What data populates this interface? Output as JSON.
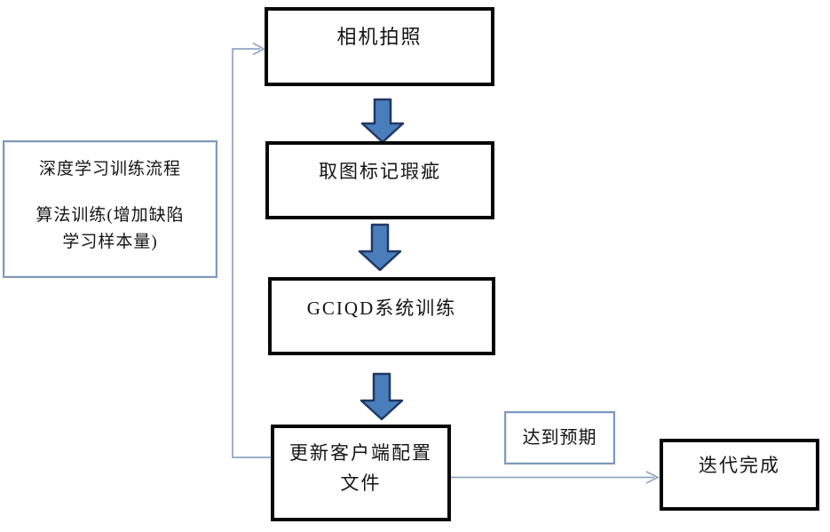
{
  "diagram": {
    "nodes": {
      "camera": {
        "label": "相机拍照"
      },
      "mark_defects": {
        "label": "取图标记瑕疵"
      },
      "system_training": {
        "label": "GCIQD系统训练"
      },
      "update_config": {
        "lines": [
          "更新客户端配置",
          "文件"
        ]
      },
      "iteration_done": {
        "label": "迭代完成"
      },
      "expectation": {
        "label": "达到预期"
      },
      "side_note": {
        "title": "深度学习训练流程",
        "body_line1": "算法训练(增加缺陷",
        "body_line2": "学习样本量)"
      }
    },
    "icons": {
      "flow_step_arrow": "down-block-arrow",
      "connector_head": "open-chevron-arrowhead"
    },
    "colors": {
      "strong_box_border": "#070707",
      "light_box_border": "#7d99bb",
      "connector_line": "#8fa6c5",
      "block_arrow_fill": "#4a7ebb",
      "block_arrow_stroke": "#1f3864",
      "background": "#ffffff"
    }
  }
}
